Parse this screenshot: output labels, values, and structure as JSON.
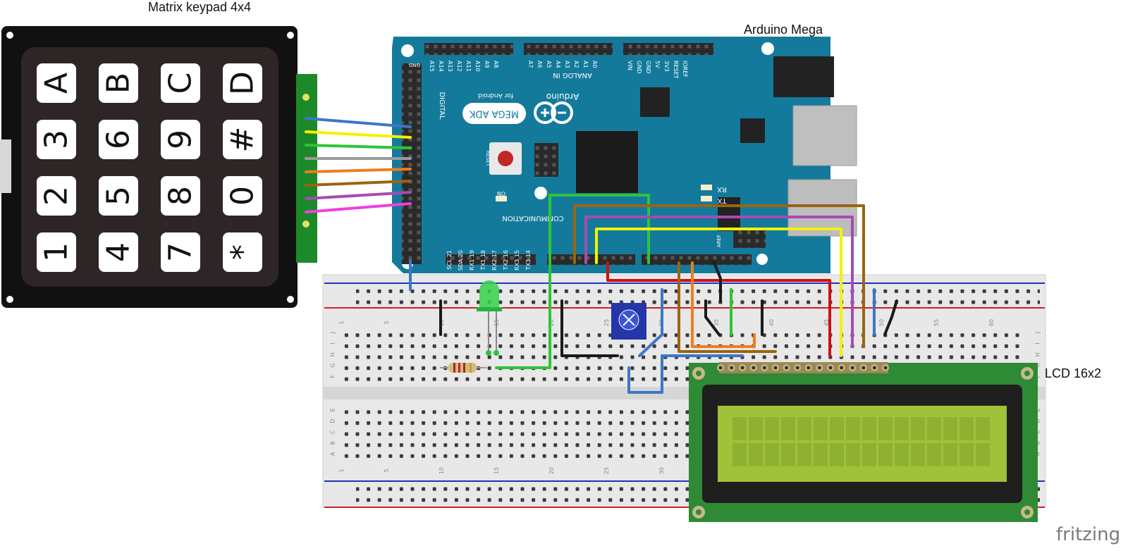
{
  "labels": {
    "keypad": "Matrix keypad 4x4",
    "arduino": "Arduino Mega",
    "lcd": "LCD 16x2",
    "brand": "fritzing"
  },
  "keypad": {
    "rows": [
      [
        "A",
        "B",
        "C",
        "D"
      ],
      [
        "3",
        "6",
        "9",
        "#"
      ],
      [
        "2",
        "5",
        "8",
        "0"
      ],
      [
        "1",
        "4",
        "7",
        "*"
      ]
    ]
  },
  "arduino": {
    "brand_text": "Arduino",
    "board_text": "MEGA ADK",
    "subtitle": "for Android",
    "analog_label": "ANALOG IN",
    "digital_label": "DIGITAL",
    "comm_label": "COMMUNICATION",
    "reset_label": "RESET",
    "on_label": "ON",
    "tx_label": "TX",
    "rx_label": "RX",
    "gnd_label": "GND",
    "aref_label": "AREF",
    "top_pins": [
      "A15",
      "A14",
      "A13",
      "A12",
      "A11",
      "A10",
      "A9",
      "A8",
      "A7",
      "A6",
      "A5",
      "A4",
      "A3",
      "A2",
      "A1",
      "A0",
      "VIN",
      "GND",
      "GND",
      "5V",
      "3V3",
      "RESET",
      "IOREF"
    ],
    "comm_pins": [
      "SCL 21",
      "SDA 20",
      "RX1 19",
      "TX1 18",
      "RX2 17",
      "TX2 16",
      "RX3 15",
      "TX3 14"
    ]
  },
  "breadboard": {
    "column_numbers": [
      "1",
      "5",
      "10",
      "15",
      "20",
      "25",
      "30",
      "35",
      "40",
      "45",
      "50",
      "55",
      "60"
    ],
    "row_letters_top": [
      "J",
      "I",
      "H",
      "G",
      "F"
    ],
    "row_letters_bottom": [
      "E",
      "D",
      "C",
      "B",
      "A"
    ]
  },
  "wire_colors": {
    "blue": "#3a78c8",
    "yellow": "#f2f200",
    "green": "#2ec43a",
    "grey": "#9a9a9a",
    "orange": "#f07d1e",
    "brown": "#9a6412",
    "purple": "#a64bb3",
    "pink": "#f03ee0",
    "red": "#d01010",
    "black": "#1a1a1a"
  },
  "board_colors": {
    "arduino": "#147a9c",
    "keypad": "#1a1a1a",
    "lcd_pcb": "#2e8a35",
    "lcd_screen": "#9fc23a"
  }
}
